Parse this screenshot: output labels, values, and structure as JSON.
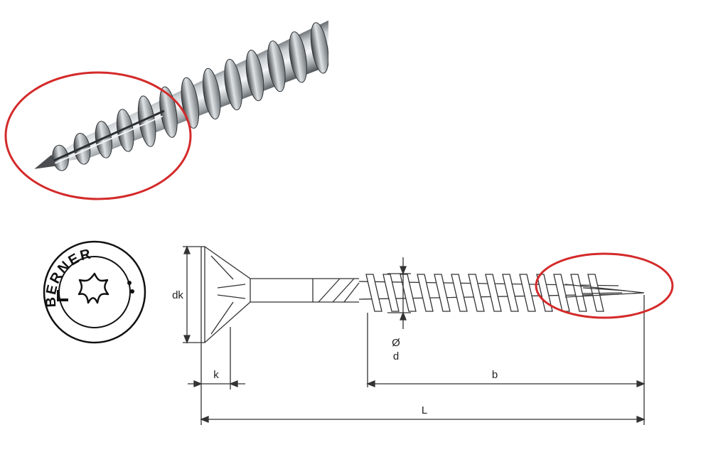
{
  "photo": {
    "description_icon": "screw-tip-photo",
    "highlight_color": "#d42a2a"
  },
  "logo": {
    "brand": "BERNER",
    "drive_icon": "torx-star-icon"
  },
  "drawing": {
    "highlight_color": "#d42a2a",
    "line_color": "#333333"
  },
  "dimensions": {
    "dk": "dk",
    "k": "k",
    "b": "b",
    "L": "L",
    "d_symbol": "Ø",
    "d": "d"
  }
}
